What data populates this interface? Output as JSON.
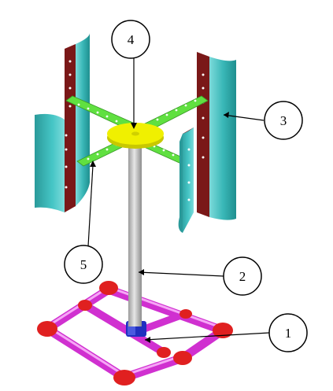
{
  "figure": {
    "callouts": [
      {
        "id": "callout-1",
        "label": "1"
      },
      {
        "id": "callout-2",
        "label": "2"
      },
      {
        "id": "callout-3",
        "label": "3"
      },
      {
        "id": "callout-4",
        "label": "4"
      },
      {
        "id": "callout-5",
        "label": "5"
      }
    ],
    "colors": {
      "base_frame": "#e040e0",
      "base_joints": "#e02020",
      "base_socket": "#2030c0",
      "mast": "#c8c8c8",
      "hub": "#f0f000",
      "arms": "#60e040",
      "blade_face": "#30b8b8",
      "blade_edge": "#7a1818"
    }
  }
}
